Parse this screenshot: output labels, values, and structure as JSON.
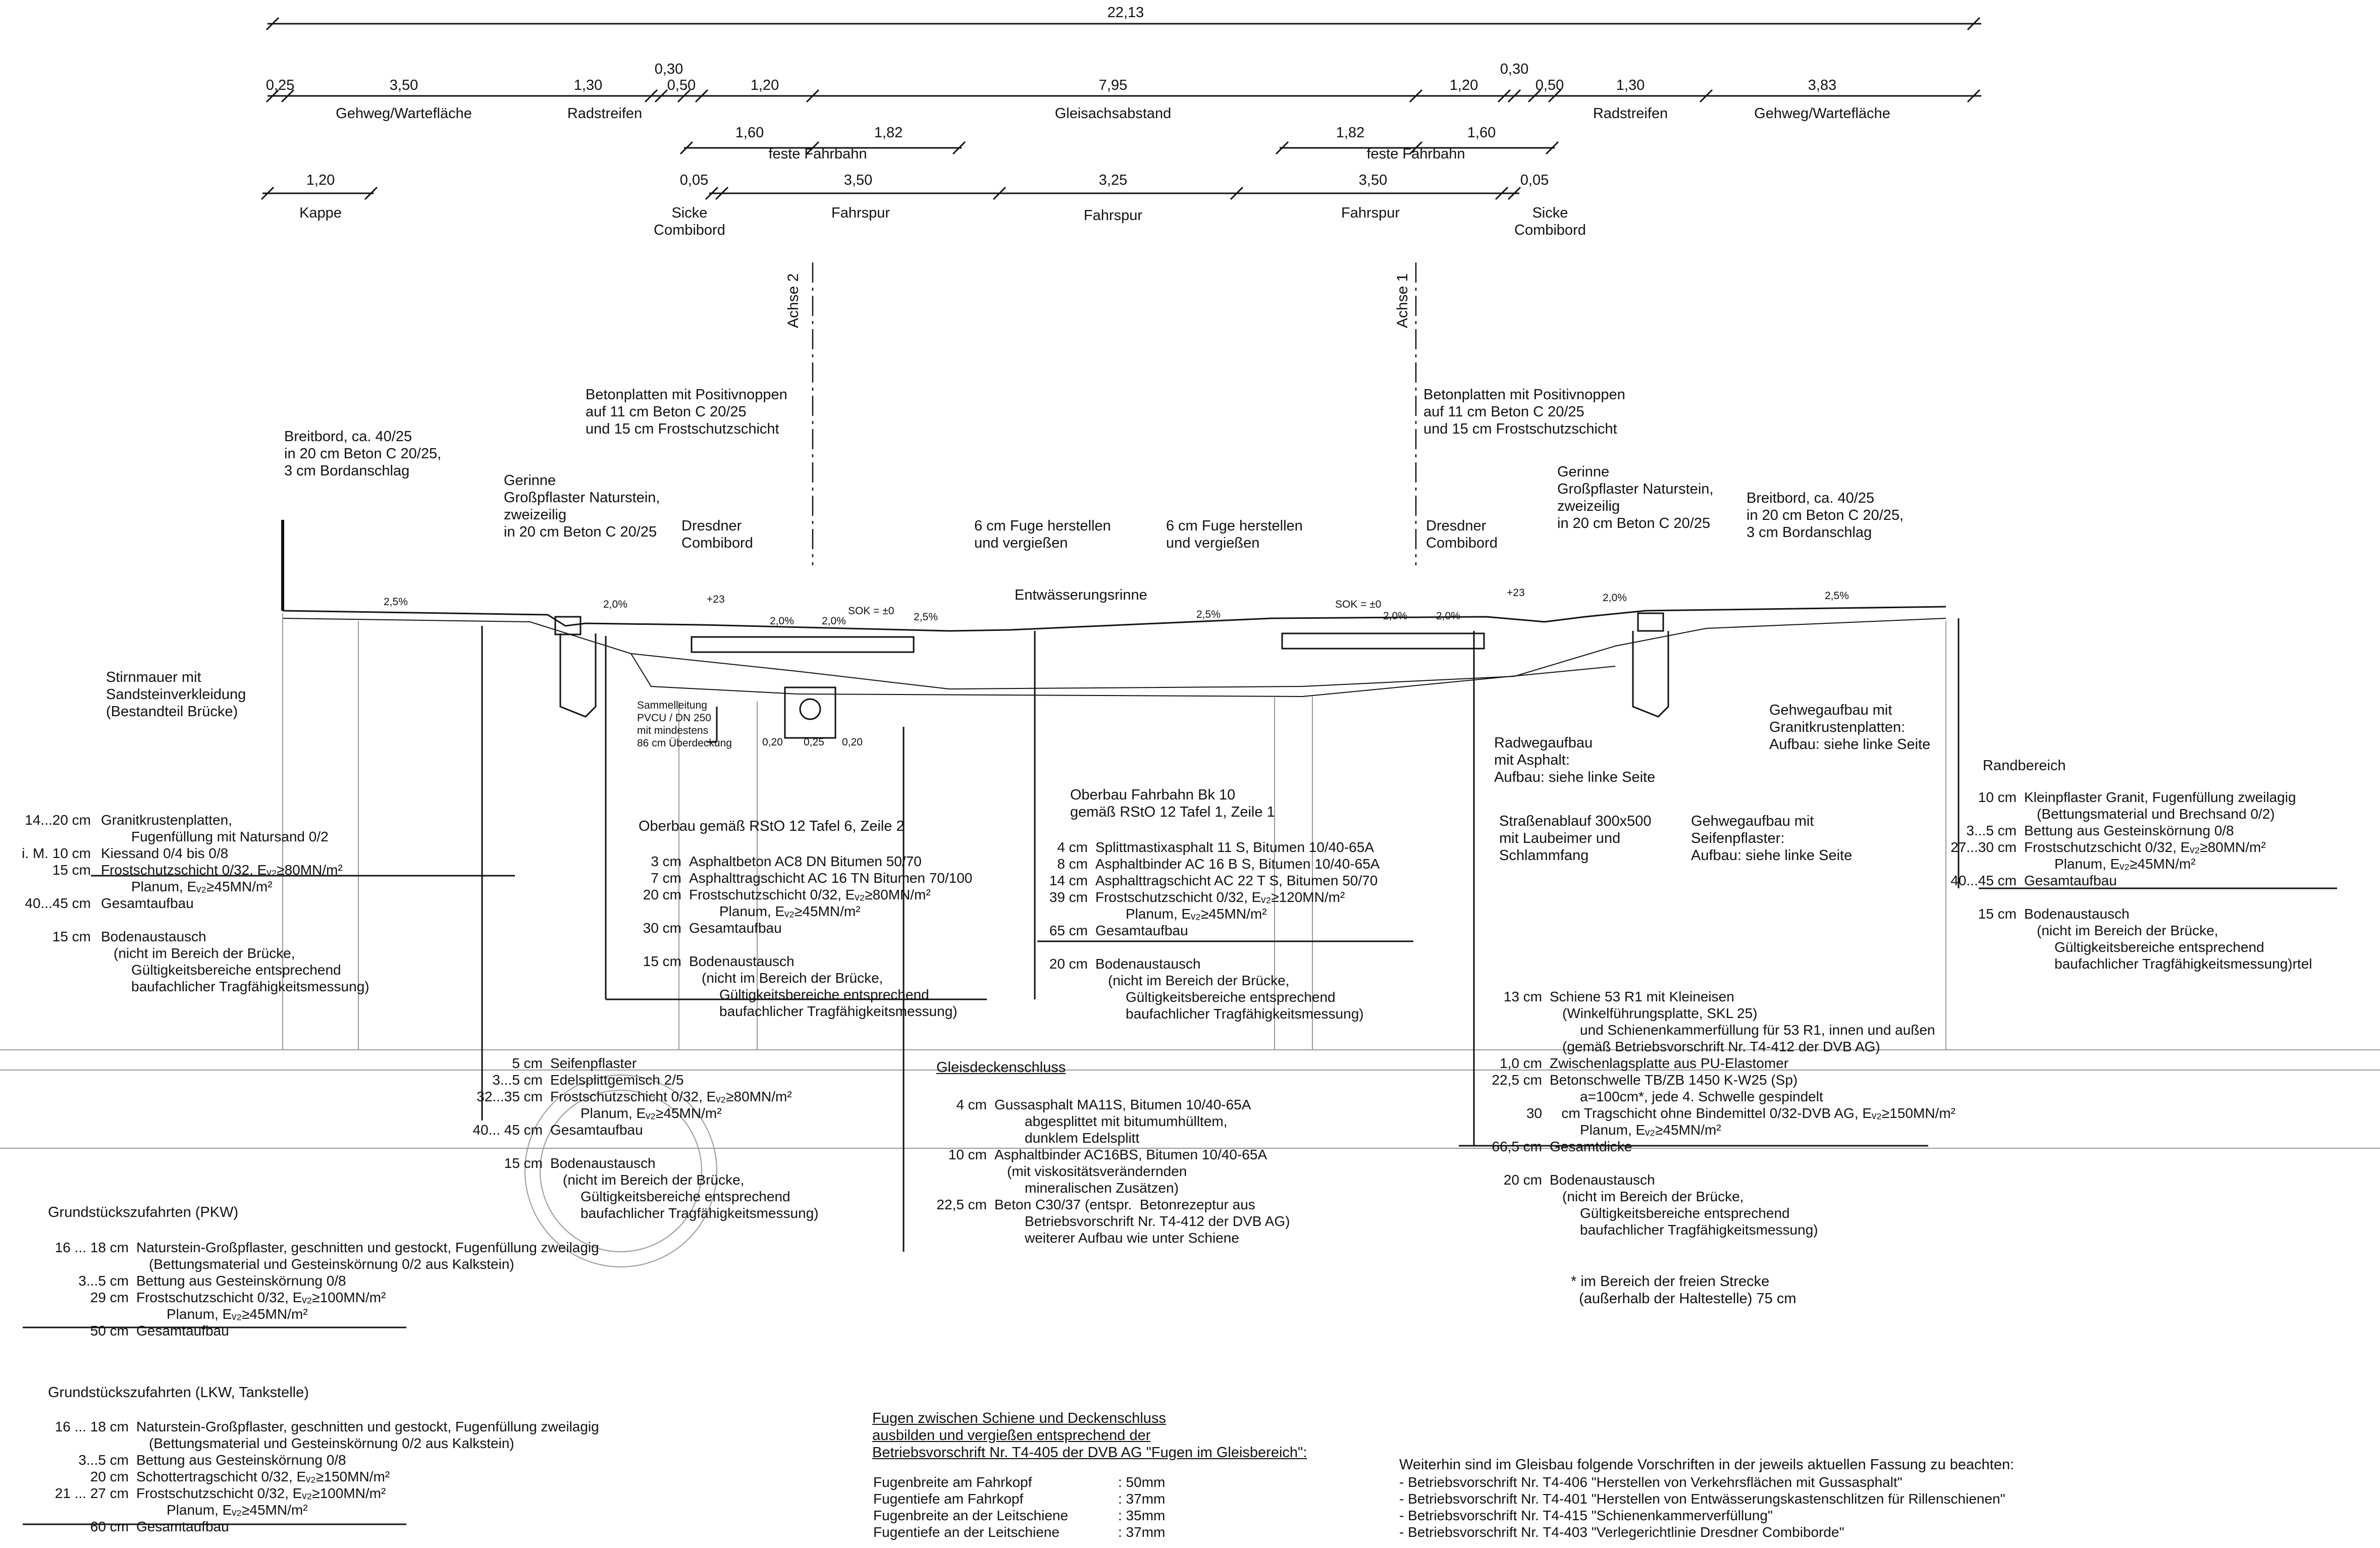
{
  "dims": {
    "total": "22,13",
    "row1": [
      "0,25",
      "3,50",
      "1,30",
      "0,30",
      "0,50",
      "1,20",
      "7,95",
      "1,20",
      "0,30",
      "0,50",
      "1,30",
      "3,83"
    ],
    "row1_labels": [
      "Gehweg/Wartefläche",
      "Radstreifen",
      "Gleisachsabstand",
      "Radstreifen",
      "Gehweg/Wartefläche"
    ],
    "ff_left": [
      "1,60",
      "1,82"
    ],
    "ff_right": [
      "1,82",
      "1,60"
    ],
    "ff_label": "feste Fahrbahn",
    "kappe": "1,20",
    "kappe_label": "Kappe",
    "lanes": [
      "0,05",
      "3,50",
      "3,25",
      "3,50",
      "0,05"
    ],
    "lane_label": "Fahrspur",
    "sicke": "Sicke\nCombibord"
  },
  "axes": {
    "a2": "Achse 2",
    "a1": "Achse 1"
  },
  "annotations": {
    "betonplatten": "Betonplatten mit Positivnoppen\nauf 11 cm Beton C 20/25\nund 15 cm Frostschutzschicht",
    "breitbord_l": "Breitbord, ca. 40/25\nin 20 cm Beton C 20/25,\n3 cm Bordanschlag",
    "gerinne": "Gerinne\nGroßpflaster Naturstein,\nzweizeilig\nin 20 cm Beton C 20/25",
    "gerinne_r": "Gerinne\nGroßpflaster Naturstein,\nzweizeilig\nin 20 cm Beton C 20/25",
    "breitbord_r": "Breitbord, ca. 40/25\nin 20 cm Beton C 20/25,\n3 cm Bordanschlag",
    "dresdner": "Dresdner\nCombibord",
    "fuge": "6 cm Fuge herstellen\nund vergießen",
    "entw": "Entwässerungsrinne",
    "stirnmauer": "Stirnmauer mit\nSandsteinverkleidung\n(Bestandteil Brücke)",
    "sammel": "Sammelleitung\nPVCU / DN 250\nmit mindestens\n86 cm Überdeckung",
    "radweg": "Radwegaufbau\nmit Asphalt:\nAufbau: siehe linke Seite",
    "gehweg_granit": "Gehwegaufbau mit\nGranitkrustenplatten:\nAufbau: siehe linke Seite",
    "strassenablauf": "Straßenablauf 300x500\nmit Laubeimer und\nSchlammfang",
    "gehweg_seifen": "Gehwegaufbau mit\nSeifenpflaster:\nAufbau: siehe linke Seite",
    "sok": "SOK = ±0",
    "plus23": "+23",
    "slopes": [
      "2,5%",
      "2,0%",
      "2,0%",
      "2,0%",
      "2,5%",
      "2,5%",
      "2,0%",
      "2,0%",
      "2,0%",
      "2,5%"
    ],
    "pipe_dims": [
      "0,20",
      "0,25",
      "0,20"
    ]
  },
  "blocks": {
    "granit": [
      [
        "14...20 cm",
        "Granitkrustenplatten,"
      ],
      [
        "",
        "Fugenfüllung mit Natursand 0/2"
      ],
      [
        "i. M. 10 cm",
        "Kiessand 0/4 bis 0/8"
      ],
      [
        "15 cm",
        "Frostschutzschicht 0/32, Eᵥ₂≥80MN/m²"
      ],
      [
        "",
        "Planum, Eᵥ₂≥45MN/m²"
      ],
      [
        "40...45 cm",
        "Gesamtaufbau"
      ],
      [
        "",
        ""
      ],
      [
        "15 cm",
        "Bodenaustausch"
      ],
      [
        "",
        "(nicht im Bereich der Brücke,"
      ],
      [
        "",
        "Gültigkeitsbereiche entsprechend"
      ],
      [
        "",
        "baufachlicher Tragfähigkeitsmessung)"
      ]
    ],
    "rsto6_title": "Oberbau gemäß RStO 12 Tafel 6, Zeile 2",
    "rsto6": [
      [
        "3 cm",
        "Asphaltbeton AC8 DN Bitumen 50/70"
      ],
      [
        "7 cm",
        "Asphalttragschicht AC 16 TN Bitumen 70/100"
      ],
      [
        "20 cm",
        "Frostschutzschicht 0/32, Eᵥ₂≥80MN/m²"
      ],
      [
        "",
        "Planum, Eᵥ₂≥45MN/m²"
      ],
      [
        "30 cm",
        "Gesamtaufbau"
      ],
      [
        "",
        ""
      ],
      [
        "15 cm",
        "Bodenaustausch"
      ],
      [
        "",
        "(nicht im Bereich der Brücke,"
      ],
      [
        "",
        "Gültigkeitsbereiche entsprechend"
      ],
      [
        "",
        "baufachlicher Tragfähigkeitsmessung)"
      ]
    ],
    "bk10_title": "Oberbau Fahrbahn Bk 10\ngemäß RStO 12 Tafel 1, Zeile 1",
    "bk10": [
      [
        "4 cm",
        "Splittmastixasphalt 11 S, Bitumen 10/40-65A"
      ],
      [
        "8 cm",
        "Asphaltbinder AC 16 B S, Bitumen 10/40-65A"
      ],
      [
        "14 cm",
        "Asphalttragschicht AC 22 T S, Bitumen 50/70"
      ],
      [
        "39 cm",
        "Frostschutzschicht 0/32, Eᵥ₂≥120MN/m²"
      ],
      [
        "",
        "Planum, Eᵥ₂≥45MN/m²"
      ],
      [
        "65 cm",
        "Gesamtaufbau"
      ],
      [
        "",
        ""
      ],
      [
        "20 cm",
        "Bodenaustausch"
      ],
      [
        "",
        "(nicht im Bereich der Brücke,"
      ],
      [
        "",
        "Gültigkeitsbereiche entsprechend"
      ],
      [
        "",
        "baufachlicher Tragfähigkeitsmessung)"
      ]
    ],
    "rand_title": "Randbereich",
    "rand": [
      [
        "10 cm",
        "Kleinpflaster Granit, Fugenfüllung zweilagig"
      ],
      [
        "",
        "(Bettungsmaterial und Brechsand 0/2)"
      ],
      [
        "3...5 cm",
        "Bettung aus Gesteinskörnung 0/8"
      ],
      [
        "27...30 cm",
        "Frostschutzschicht 0/32, Eᵥ₂≥80MN/m²"
      ],
      [
        "",
        "Planum, Eᵥ₂≥45MN/m²"
      ],
      [
        "40...45 cm",
        "Gesamtaufbau"
      ],
      [
        "",
        ""
      ],
      [
        "15 cm",
        "Bodenaustausch"
      ],
      [
        "",
        "(nicht im Bereich der Brücke,"
      ],
      [
        "",
        "Gültigkeitsbereiche entsprechend"
      ],
      [
        "",
        "baufachlicher Tragfähigkeitsmessung)rtel"
      ]
    ],
    "seifen": [
      [
        "5 cm",
        "Seifenpflaster"
      ],
      [
        "3...5 cm",
        "Edelsplittgemisch 2/5"
      ],
      [
        "32...35 cm",
        "Frostschutzschicht 0/32, Eᵥ₂≥80MN/m²"
      ],
      [
        "",
        "Planum, Eᵥ₂≥45MN/m²"
      ],
      [
        "40... 45 cm",
        "Gesamtaufbau"
      ],
      [
        "",
        ""
      ],
      [
        "15 cm",
        "Bodenaustausch"
      ],
      [
        "",
        "(nicht im Bereich der Brücke,"
      ],
      [
        "",
        "Gültigkeitsbereiche entsprechend"
      ],
      [
        "",
        "baufachlicher Tragfähigkeitsmessung)"
      ]
    ],
    "gleis_title": "Gleisdeckenschluss",
    "gleis": [
      [
        "4 cm",
        "Gussasphalt MA11S, Bitumen 10/40-65A"
      ],
      [
        "",
        "abgesplittet mit bitumumhülltem,"
      ],
      [
        "",
        "dunklem Edelsplitt"
      ],
      [
        "10 cm",
        "Asphaltbinder AC16BS, Bitumen 10/40-65A"
      ],
      [
        "",
        "(mit viskositätsverändernden"
      ],
      [
        "",
        "mineralischen Zusätzen)"
      ],
      [
        "22,5 cm",
        "Beton C30/37 (entspr.  Betonrezeptur aus"
      ],
      [
        "",
        "Betriebsvorschrift Nr. T4-412 der DVB AG)"
      ],
      [
        "",
        "weiterer Aufbau wie unter Schiene"
      ]
    ],
    "schiene": [
      [
        "13 cm",
        "Schiene 53 R1 mit Kleineisen"
      ],
      [
        "",
        "(Winkelführungsplatte, SKL 25)"
      ],
      [
        "",
        "und Schienenkammerfüllung für 53 R1, innen und außen"
      ],
      [
        "",
        "(gemäß Betriebsvorschrift Nr. T4-412 der DVB AG)"
      ],
      [
        "1,0 cm",
        "Zwischenlagsplatte aus PU-Elastomer"
      ],
      [
        "22,5 cm",
        "Betonschwelle TB/ZB 1450 K-W25 (Sp)"
      ],
      [
        "",
        "a=100cm*, jede 4. Schwelle gespindelt"
      ],
      [
        "30",
        "   cm Tragschicht ohne Bindemittel 0/32-DVB AG, Eᵥ₂≥150MN/m²"
      ],
      [
        "",
        "Planum, Eᵥ₂≥45MN/m²"
      ],
      [
        "66,5 cm",
        "Gesamtdicke"
      ],
      [
        "",
        ""
      ],
      [
        "20 cm",
        "Bodenaustausch"
      ],
      [
        "",
        "(nicht im Bereich der Brücke,"
      ],
      [
        "",
        "Gültigkeitsbereiche entsprechend"
      ],
      [
        "",
        "baufachlicher Tragfähigkeitsmessung)"
      ]
    ],
    "freie_strecke": "* im Bereich der freien Strecke\n  (außerhalb der Haltestelle) 75 cm",
    "pkw_title": "Grundstückszufahrten (PKW)",
    "pkw": [
      [
        "16 ... 18 cm",
        "Naturstein-Großpflaster, geschnitten und gestockt, Fugenfüllung zweilagig"
      ],
      [
        "",
        "(Bettungsmaterial und Gesteinskörnung 0/2 aus Kalkstein)"
      ],
      [
        "3...5 cm",
        "Bettung aus Gesteinskörnung 0/8"
      ],
      [
        "29 cm",
        "Frostschutzschicht 0/32, Eᵥ₂≥100MN/m²"
      ],
      [
        "",
        "Planum, Eᵥ₂≥45MN/m²"
      ],
      [
        "50 cm",
        "Gesamtaufbau"
      ]
    ],
    "lkw_title": "Grundstückszufahrten (LKW, Tankstelle)",
    "lkw": [
      [
        "16 ... 18 cm",
        "Naturstein-Großpflaster, geschnitten und gestockt, Fugenfüllung zweilagig"
      ],
      [
        "",
        "(Bettungsmaterial und Gesteinskörnung 0/2 aus Kalkstein)"
      ],
      [
        "3...5 cm",
        "Bettung aus Gesteinskörnung 0/8"
      ],
      [
        "20 cm",
        "Schottertragschicht 0/32, Eᵥ₂≥150MN/m²"
      ],
      [
        "21 ... 27 cm",
        "Frostschutzschicht 0/32, Eᵥ₂≥100MN/m²"
      ],
      [
        "",
        "Planum, Eᵥ₂≥45MN/m²"
      ],
      [
        "60 cm",
        "Gesamtaufbau"
      ]
    ],
    "fugen_title": "Fugen zwischen Schiene und Deckenschluss\nausbilden und vergießen entsprechend der\nBetriebsvorschrift Nr. T4-405 der DVB AG \"Fugen im Gleisbereich\":",
    "fugen": [
      [
        "Fugenbreite am Fahrkopf",
        ": 50mm"
      ],
      [
        "Fugentiefe am Fahrkopf",
        ": 37mm"
      ],
      [
        "Fugenbreite an der Leitschiene",
        ": 35mm"
      ],
      [
        "Fugentiefe an der Leitschiene",
        ": 37mm"
      ]
    ],
    "vorschriften_title": "Weiterhin sind im Gleisbau folgende Vorschriften in der jeweils aktuellen Fassung zu beachten:",
    "vorschriften": [
      "- Betriebsvorschrift Nr. T4-406 \"Herstellen von Verkehrsflächen mit Gussasphalt\"",
      "- Betriebsvorschrift Nr. T4-401 \"Herstellen von Entwässerungskastenschlitzen für Rillenschienen\"",
      "- Betriebsvorschrift Nr. T4-415 \"Schienenkammerverfüllung\"",
      "- Betriebsvorschrift Nr. T4-403 \"Verlegerichtlinie Dresdner Combiborde\""
    ]
  }
}
